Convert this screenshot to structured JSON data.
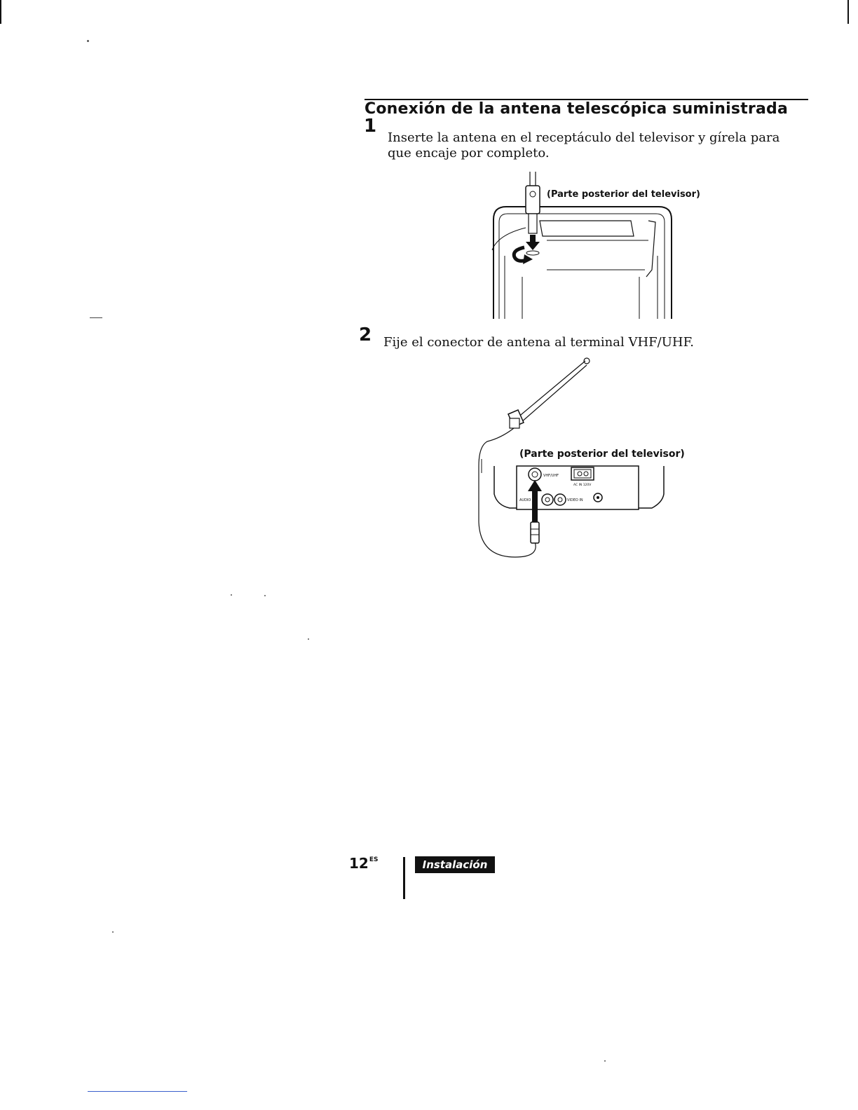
{
  "section": {
    "title": "Conexión de la antena telescópica suministrada"
  },
  "steps": [
    {
      "number": "1",
      "text": "Inserte la antena en el receptáculo del televisor y gírela para que encaje por completo.",
      "figure_caption": "(Parte posterior del televisor)"
    },
    {
      "number": "2",
      "text": "Fije el conector de antena al terminal VHF/UHF.",
      "figure_caption": "(Parte posterior del televisor)",
      "panel_labels": {
        "vhf_uhf": "VHF/UHF",
        "ac_in": "AC IN 120V",
        "audio": "AUDIO",
        "video_in": "VIDEO IN"
      }
    }
  ],
  "footer": {
    "page_number": "12",
    "page_suffix": "ES",
    "section_tag": "Instalación"
  }
}
